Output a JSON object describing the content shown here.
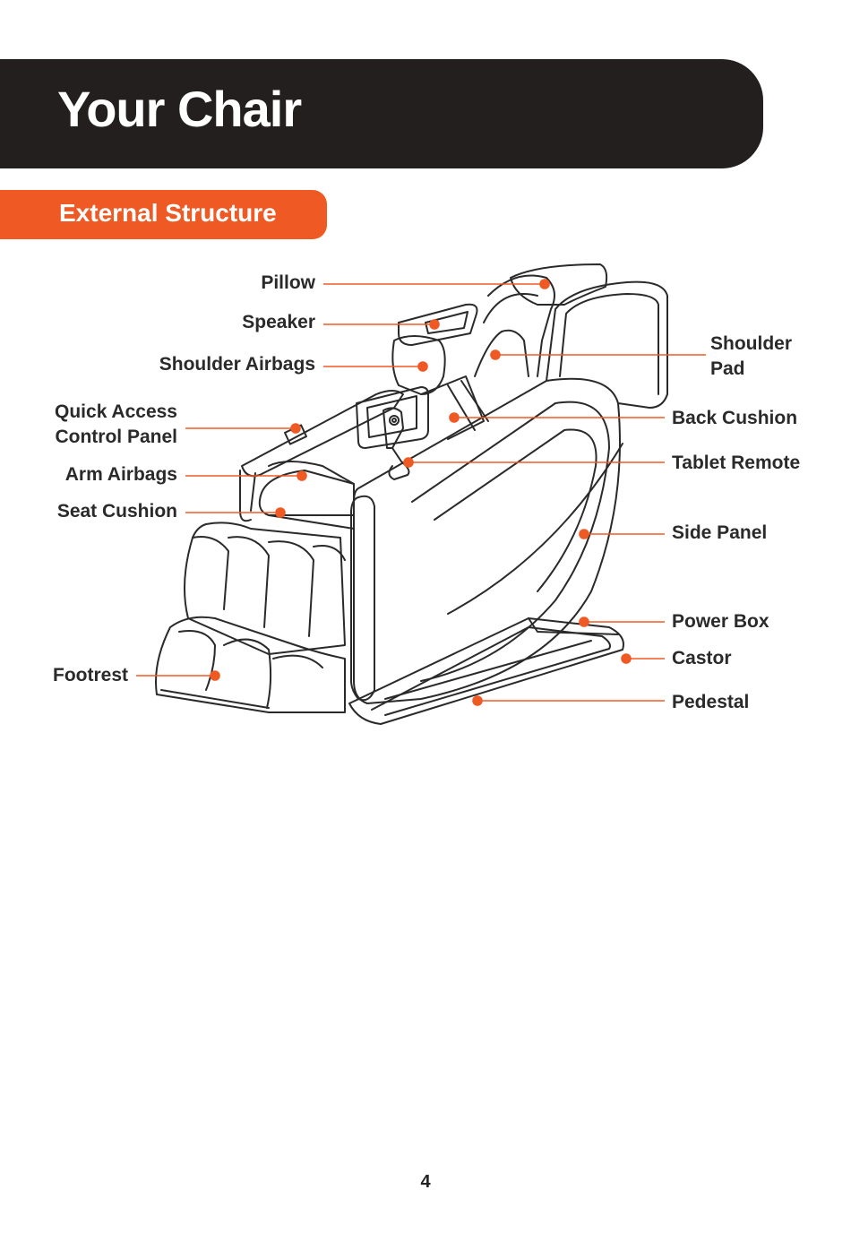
{
  "header": {
    "title": "Your Chair"
  },
  "section": {
    "title": "External Structure"
  },
  "labels": {
    "pillow": "Pillow",
    "speaker": "Speaker",
    "shoulder_airbags": "Shoulder Airbags",
    "quick_access": "Quick Access\nControl Panel",
    "arm_airbags": "Arm Airbags",
    "seat_cushion": "Seat Cushion",
    "footrest": "Footrest",
    "shoulder_pad": "Shoulder\nPad",
    "back_cushion": "Back Cushion",
    "tablet_remote": "Tablet Remote",
    "side_panel": "Side Panel",
    "power_box": "Power Box",
    "castor": "Castor",
    "pedestal": "Pedestal"
  },
  "colors": {
    "accent": "#ef5a24",
    "dark": "#231f1e",
    "line": "#2a2a2a"
  },
  "footer": {
    "page_number": "4"
  }
}
